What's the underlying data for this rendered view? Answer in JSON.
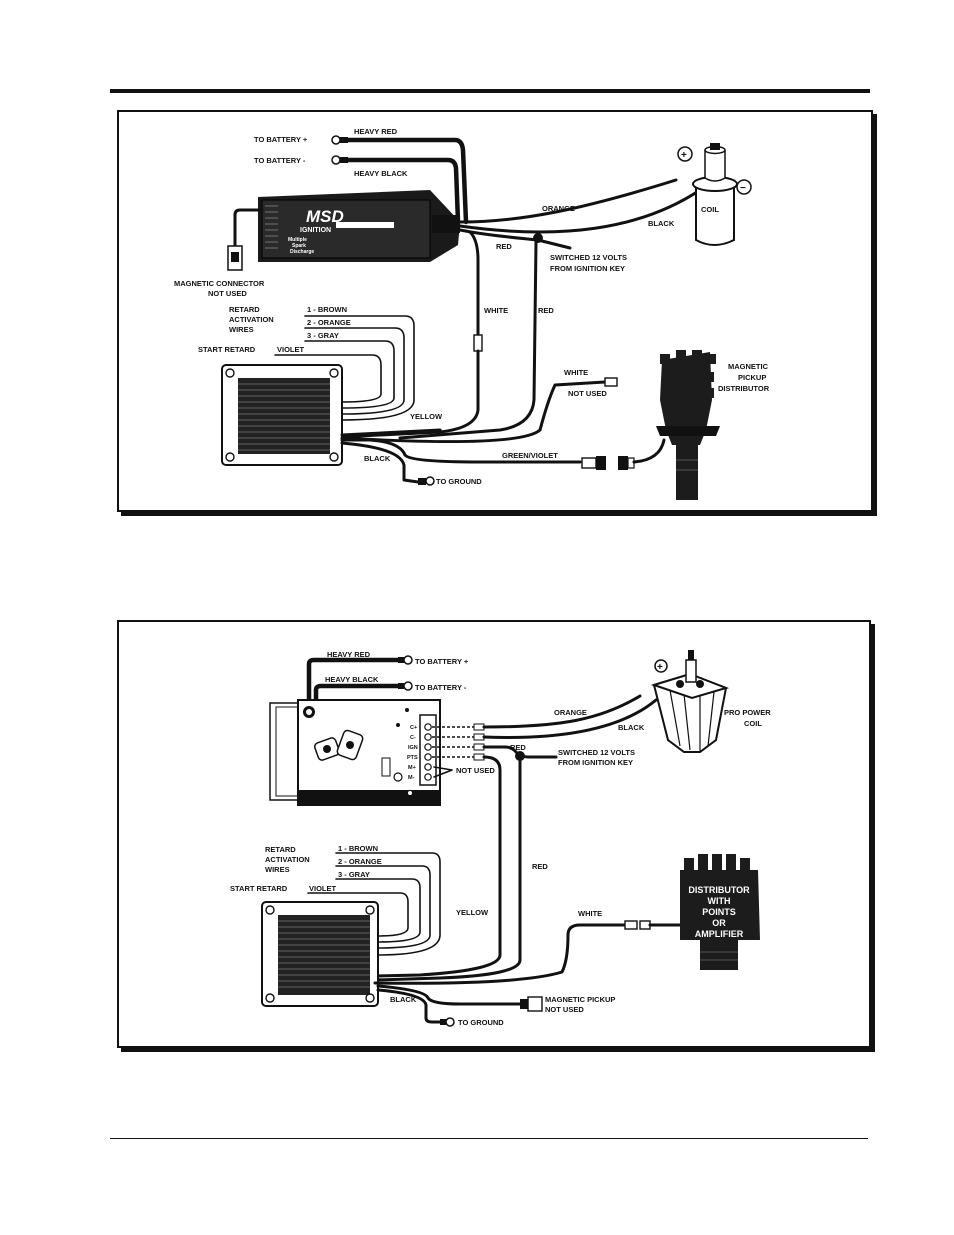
{
  "diagram1": {
    "battery_pos": "TO BATTERY +",
    "heavy_red": "HEAVY RED",
    "battery_neg": "TO BATTERY -",
    "heavy_black": "HEAVY BLACK",
    "msd_logo": "MSD",
    "msd_ignition": "IGNITION",
    "msd_sub1": "Multiple",
    "msd_sub2": "Spark",
    "msd_sub3": "Discharge",
    "magnetic_connector_1": "MAGNETIC CONNECTOR",
    "magnetic_connector_2": "NOT USED",
    "retard_1": "RETARD",
    "retard_2": "ACTIVATION",
    "retard_3": "WIRES",
    "wire_brown": "1 - BROWN",
    "wire_orange": "2 - ORANGE",
    "wire_gray": "3 - GRAY",
    "start_retard": "START RETARD",
    "violet": "VIOLET",
    "orange": "ORANGE",
    "black_coil": "BLACK",
    "coil": "COIL",
    "red_top": "RED",
    "switched_1": "SWITCHED 12 VOLTS",
    "switched_2": "FROM IGNITION KEY",
    "white": "WHITE",
    "red_vertical": "RED",
    "white_dist": "WHITE",
    "not_used": "NOT USED",
    "dist_1": "MAGNETIC",
    "dist_2": "PICKUP",
    "dist_3": "DISTRIBUTOR",
    "yellow": "YELLOW",
    "black_bottom": "BLACK",
    "green_violet": "GREEN/VIOLET",
    "to_ground": "TO GROUND",
    "plus": "+",
    "minus": "−"
  },
  "diagram2": {
    "heavy_red": "HEAVY RED",
    "battery_pos": "TO BATTERY +",
    "heavy_black": "HEAVY BLACK",
    "battery_neg": "TO BATTERY -",
    "term_c_plus": "C+",
    "term_c_minus": "C-",
    "term_ign": "IGN",
    "term_pts": "PTS",
    "term_m_plus": "M+",
    "term_m_minus": "M-",
    "not_used": "NOT USED",
    "orange": "ORANGE",
    "black_coil": "BLACK",
    "coil_1": "PRO POWER",
    "coil_2": "COIL",
    "red_top": "RED",
    "switched_1": "SWITCHED 12 VOLTS",
    "switched_2": "FROM IGNITION KEY",
    "red_vertical": "RED",
    "retard_1": "RETARD",
    "retard_2": "ACTIVATION",
    "retard_3": "WIRES",
    "wire_brown": "1 - BROWN",
    "wire_orange": "2 - ORANGE",
    "wire_gray": "3 - GRAY",
    "start_retard": "START RETARD",
    "violet": "VIOLET",
    "yellow": "YELLOW",
    "white": "WHITE",
    "dist_1": "DISTRIBUTOR",
    "dist_2": "WITH",
    "dist_3": "POINTS",
    "dist_4": "OR",
    "dist_5": "AMPLIFIER",
    "black_bottom": "BLACK",
    "mag_pickup_1": "MAGNETIC PICKUP",
    "mag_pickup_2": "NOT USED",
    "to_ground": "TO GROUND",
    "plus": "+"
  }
}
